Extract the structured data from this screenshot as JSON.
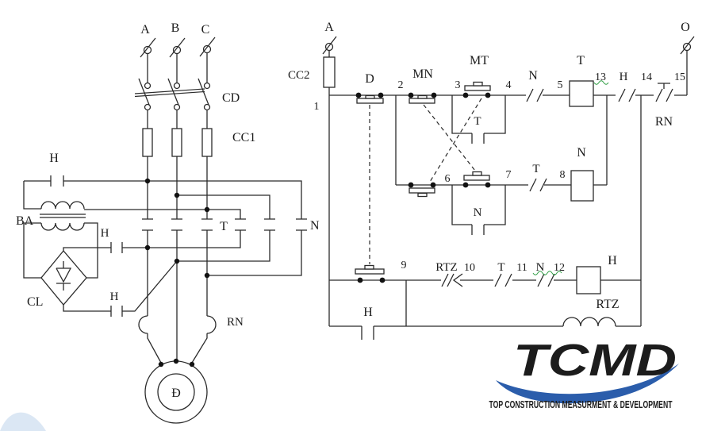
{
  "power_circuit": {
    "phase_labels": {
      "a": "A",
      "b": "B",
      "c": "C"
    },
    "breaker_label": "CD",
    "fuse_label": "CC1",
    "brake_primary_contact_label": "H",
    "transformer_label": "BA",
    "forward_contacts_label": "T",
    "reverse_contacts_label": "N",
    "rectifier_label": "CL",
    "brake_dc_contact_top_label": "H",
    "brake_dc_contact_bottom_label": "H",
    "overload_element_label": "RN",
    "motor_label": "Đ"
  },
  "control_circuit": {
    "supply_phase_label": "A",
    "supply_neutral_label": "O",
    "fuse_label": "CC2",
    "stop_button_label": "D",
    "forward_button_label": "MN",
    "reverse_button_label": "MT",
    "nodes": {
      "n1": "1",
      "n2": "2",
      "n3": "3",
      "n4": "4",
      "n5": "5",
      "n6": "6",
      "n7": "7",
      "n8": "8",
      "n9": "9",
      "n10": "10",
      "n11": "11",
      "n12": "12",
      "n13": "13",
      "n14": "14",
      "n15": "15"
    },
    "t_seal_contact_label": "T",
    "n_seal_contact_label": "N",
    "h_seal_contact_label": "H",
    "n_interlock_contact_label": "N",
    "t_coil_label": "T",
    "h_interlock_contact_label": "H",
    "overload_contact_label": "RN",
    "t_aux_contact_label": "T",
    "n_coil_label": "N",
    "rtz_timed_contact_label": "RTZ",
    "t_brake_contact_label": "T",
    "n_brake_contact_label": "N",
    "h_coil_label": "H",
    "rtz_coil_label": "RTZ"
  },
  "logo": {
    "wordmark": "TCMD",
    "tagline": "TOP CONSTRUCTION MEASURMENT & DEVELOPMENT",
    "brand_blue": "#2b5dab",
    "brand_black": "#121212"
  },
  "colors": {
    "wire": "#2b2b2b",
    "spellcheck_squiggle": "#2f9e44"
  }
}
